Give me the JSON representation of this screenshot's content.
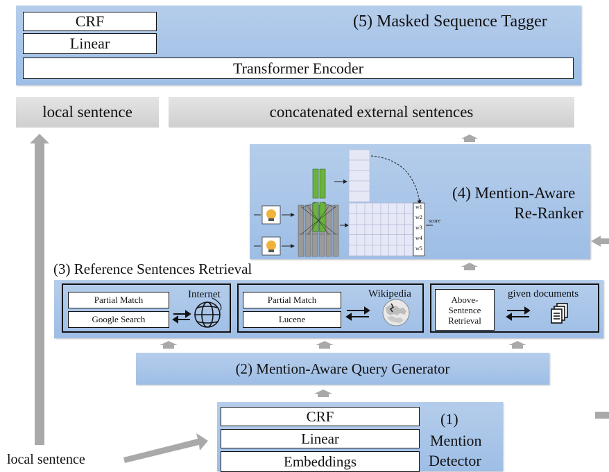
{
  "tagger": {
    "title": "(5) Masked Sequence Tagger",
    "crf": "CRF",
    "linear": "Linear",
    "encoder": "Transformer Encoder"
  },
  "inputs": {
    "local_sentence": "local sentence",
    "concat": "concatenated external sentences"
  },
  "reranker": {
    "title_line1": "(4) Mention-Aware",
    "title_line2": "Re-Ranker",
    "score": "score",
    "weights": [
      "w1",
      "w2",
      "w3",
      "w4",
      "w5"
    ]
  },
  "retrieval": {
    "title": "(3) Reference Sentences Retrieval",
    "internet": {
      "label": "Internet",
      "items": [
        "Partial Match",
        "Google Search"
      ]
    },
    "wikipedia": {
      "label": "Wikipedia",
      "items": [
        "Partial Match",
        "Lucene"
      ]
    },
    "documents": {
      "label": "given documents",
      "item_lines": [
        "Above-",
        "Sentence",
        "Retrieval"
      ]
    }
  },
  "query_generator": {
    "title": "(2) Mention-Aware Query Generator"
  },
  "detector": {
    "crf": "CRF",
    "linear": "Linear",
    "embeddings": "Embeddings",
    "title_lines": [
      "(1)",
      "Mention",
      "Detector"
    ]
  },
  "bottom_input": "local sentence"
}
